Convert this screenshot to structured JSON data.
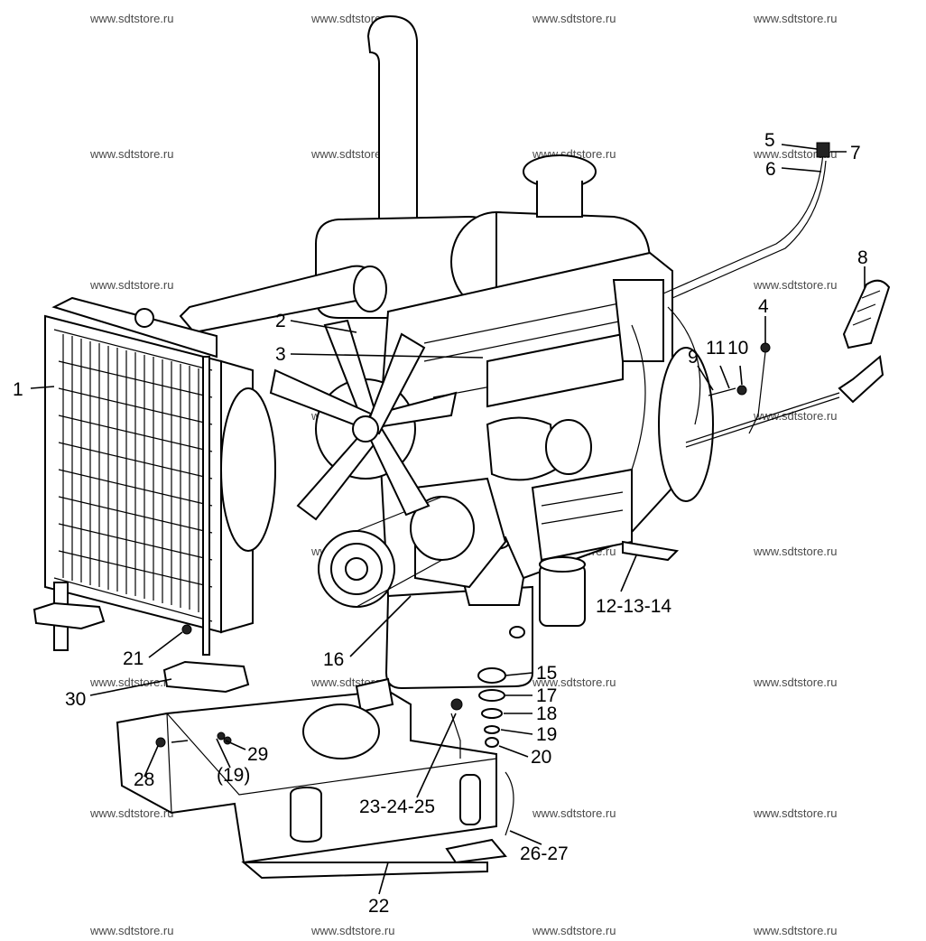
{
  "watermark": "www.sdtstore.ru",
  "labels": {
    "l1": "1",
    "l2": "2",
    "l3": "3",
    "l4": "4",
    "l5": "5",
    "l6": "6",
    "l7": "7",
    "l8": "8",
    "l9": "9",
    "l11": "11",
    "l10": "10",
    "l12_14": "12-13-14",
    "l15": "15",
    "l16": "16",
    "l17": "17",
    "l18": "18",
    "l19": "19",
    "l19b": "(19)",
    "l20": "20",
    "l21": "21",
    "l22": "22",
    "l23_25": "23-24-25",
    "l26_27": "26-27",
    "l28": "28",
    "l29": "29",
    "l30": "30"
  }
}
